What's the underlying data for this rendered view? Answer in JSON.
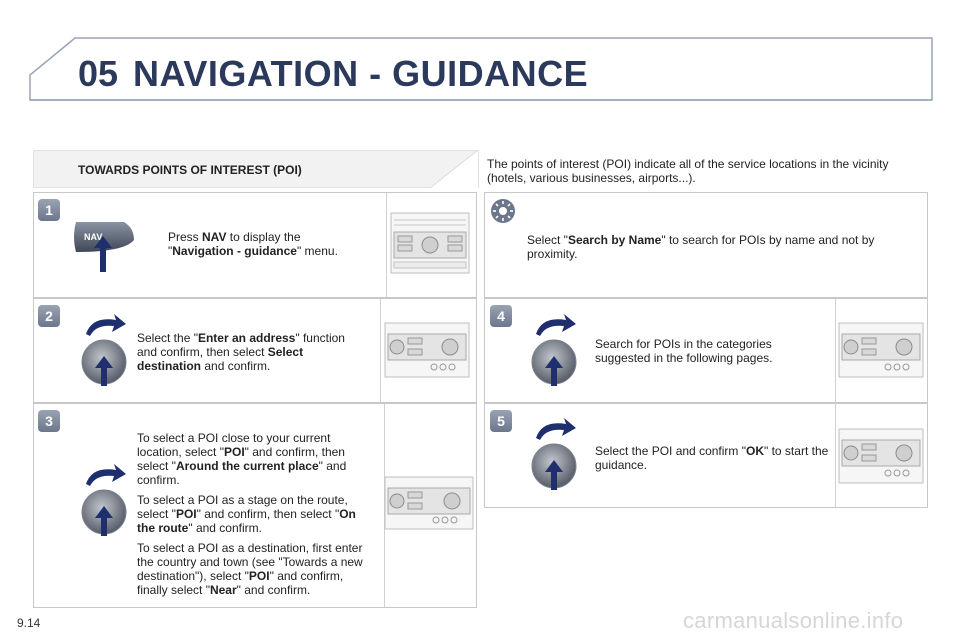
{
  "header": {
    "chapter_number": "05",
    "chapter_title": "NAVIGATION - GUIDANCE"
  },
  "section": {
    "title": "TOWARDS POINTS OF INTEREST (POI)",
    "intro": "The points of interest (POI) indicate all of the service locations in the vicinity (hotels, various businesses, airports...)."
  },
  "steps": {
    "s1": {
      "number": "1",
      "button_label": "NAV",
      "t1": "Press ",
      "b1": "NAV",
      "t2": " to display the \"",
      "b2": "Navigation - guidance",
      "t3": "\" menu."
    },
    "s2": {
      "number": "2",
      "t1": "Select the \"",
      "b1": "Enter an address",
      "t2": "\" function and confirm, then select ",
      "b2": "Select destination",
      "t3": " and confirm."
    },
    "s3": {
      "number": "3",
      "p1": {
        "t1": "To select a POI close to your current location, select \"",
        "b1": "POI",
        "t2": "\" and confirm, then select \"",
        "b2": "Around the current place",
        "t3": "\" and confirm."
      },
      "p2": {
        "t1": "To select a POI as a stage on the route, select \"",
        "b1": "POI",
        "t2": "\" and confirm, then select \"",
        "b2": "On the route",
        "t3": "\" and confirm."
      },
      "p3": {
        "t1": "To select a POI as a destination, first enter the country and town (see \"Towards a new destination\"), select \"",
        "b1": "POI",
        "t2": "\" and confirm, finally select \"",
        "b2": "Near",
        "t3": "\" and confirm."
      }
    },
    "tip": {
      "t1": "Select \"",
      "b1": "Search by Name",
      "t2": "\" to search for POIs by name and not by proximity."
    },
    "s4": {
      "number": "4",
      "text": "Search for POIs in the categories suggested in the following pages."
    },
    "s5": {
      "number": "5",
      "t1": "Select the POI and confirm \"",
      "b1": "OK",
      "t2": "\" to start the guidance."
    }
  },
  "footer": {
    "page_number": "9.14",
    "watermark": "carmanualsonline.info"
  }
}
